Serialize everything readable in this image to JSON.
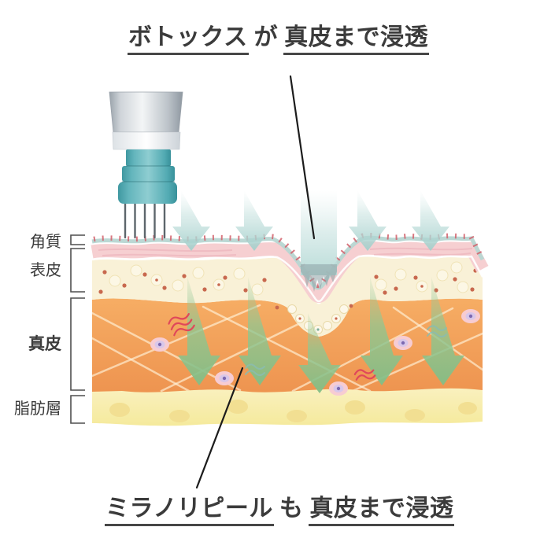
{
  "captions": {
    "top": {
      "lead": "ボトックス",
      "particle": "が",
      "tail": "真皮まで浸透"
    },
    "bottom": {
      "lead": "ミラノリピール",
      "particle": "も",
      "tail": "真皮まで浸透"
    }
  },
  "layer_labels": [
    {
      "id": "stratum-corneum",
      "text": "角質"
    },
    {
      "id": "epidermis",
      "text": "表皮"
    },
    {
      "id": "dermis",
      "text": "真皮"
    },
    {
      "id": "fat-layer",
      "text": "脂肪層"
    }
  ],
  "icons": [
    {
      "name": "microneedle-device-icon"
    },
    {
      "name": "botox-arrow-icon"
    },
    {
      "name": "peel-arrow-icon"
    }
  ],
  "colors": {
    "text_dark": "#3b3b3b",
    "underline": "#474747",
    "pointer_line": "#1c1c1c",
    "botox_arrow_teal": "#a9d5d2",
    "peel_arrow_green": "#8cc58e",
    "device_teal": "#58adb4",
    "device_silver": "#c6ccd2",
    "surface_line_teal": "#b7d6d2",
    "surface_tick_red": "#d2606b",
    "epidermis_pink": "#f6cfd1",
    "epidermis_cream": "#f9f1d7",
    "dermis_orange": "#f2a35d",
    "fat_yellow": "#f8efae",
    "cell_ring_pink": "#f7ccd2",
    "cell_core_purple": "#7b69b1",
    "squiggle_red": "#e0485a",
    "squiggle_teal": "#8bbcb0"
  }
}
